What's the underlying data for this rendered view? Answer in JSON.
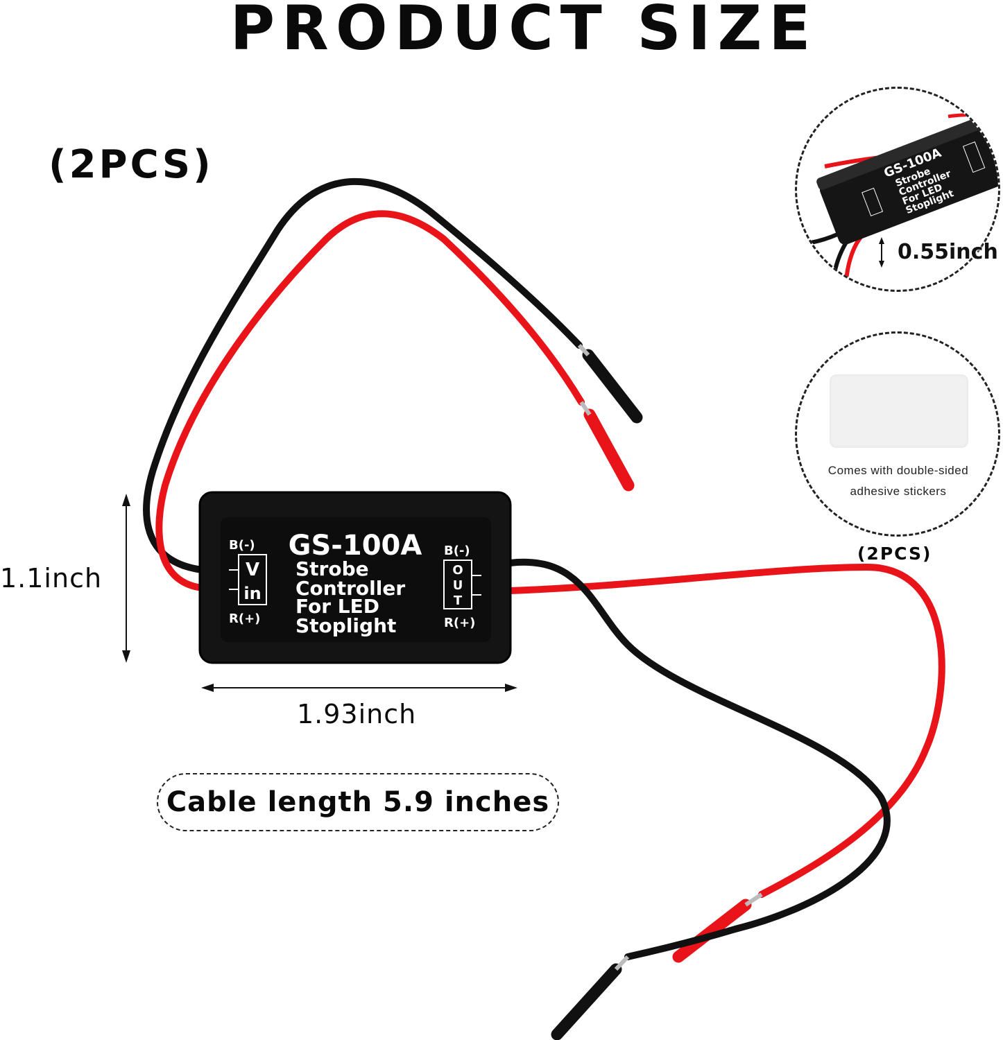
{
  "title": "PRODUCT SIZE",
  "quantity_label": "(2PCS)",
  "module": {
    "model": "GS-100A",
    "description_lines": [
      "Strobe",
      "Controller",
      "For LED",
      "Stoplight"
    ],
    "input_port": {
      "top": "B(-)",
      "letters": [
        "V",
        "in"
      ],
      "bottom": "R(+)"
    },
    "output_port": {
      "top": "B(-)",
      "letters": [
        "O",
        "U",
        "T"
      ],
      "bottom": "R(+)"
    }
  },
  "dimensions": {
    "height": "1.1inch",
    "width": "1.93inch",
    "thickness": "0.55inch"
  },
  "cable_length": "Cable length 5.9 inches",
  "sticker": {
    "caption_line1": "Comes with double-sided",
    "caption_line2": "adhesive stickers",
    "quantity": "(2PCS)"
  },
  "colors": {
    "wire_red": "#e8141a",
    "wire_black": "#111111",
    "module_body": "#141414",
    "text": "#0a0a0a"
  }
}
